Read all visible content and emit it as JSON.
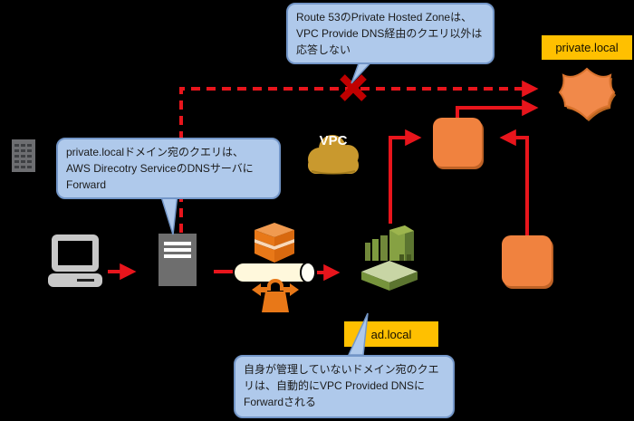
{
  "callouts": {
    "route53_note": "Route 53のPrivate Hosted Zoneは、\nVPC Provide DNS経由のクエリ以外は\n応答しない",
    "forward_to_directory_note": "private.localドメイン宛のクエリは、\nAWS Direcotry ServiceのDNSサーバに\nForward",
    "forward_to_vpc_dns_note": "自身が管理していないドメイン宛のクエ\nリは、自動的にVPC Provided DNSに\nForwardされる"
  },
  "labels": {
    "private_local": "private.local",
    "ad_local": "ad.local",
    "vpc_cloud": "VPC"
  },
  "colors": {
    "background": "#000000",
    "arrow_red": "#E8151C",
    "cross_red": "#C00000",
    "callout_fill": "#AFC9EB",
    "callout_border": "#7396C8",
    "label_yellow": "#FFC000",
    "aws_orange": "#F0823F",
    "orange_shadow": "#BE6226",
    "cloud_gold": "#C9992E",
    "directory_green": "#86A143",
    "gray_icon": "#6E6E6E",
    "cylinder_cream": "#FFF8DC"
  },
  "icons": {
    "building": "office-building-icon",
    "client": "laptop-computer-icon",
    "dns_server": "dns-server-icon",
    "vpn_tunnel": "vpn-tunnel-cylinder-icon",
    "vpn_gateway": "gateway-box-icon",
    "customer_gateway": "toolbox-gateway-icon",
    "vpc": "vpc-cloud-icon",
    "directory_service": "directory-service-icon",
    "route53": "route53-shield-icon",
    "instance_left": "instance-square",
    "instance_right": "instance-square"
  }
}
